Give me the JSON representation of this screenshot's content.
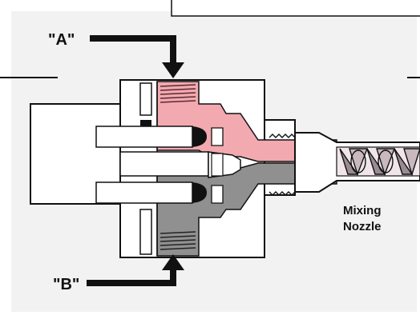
{
  "labels": {
    "port_a": "\"A\"",
    "port_b": "\"B\"",
    "mixing_line1": "Mixing",
    "mixing_line2": "Nozzle"
  },
  "colors": {
    "background": "#ffffff",
    "panel": "#f2f2f2",
    "component_a": "#f2a9b0",
    "component_b": "#909090",
    "outline": "#111111",
    "mixer_element": "#9a8a92"
  },
  "icons": [
    "arrow-down-icon",
    "arrow-up-icon",
    "mixing-element-icon"
  ]
}
